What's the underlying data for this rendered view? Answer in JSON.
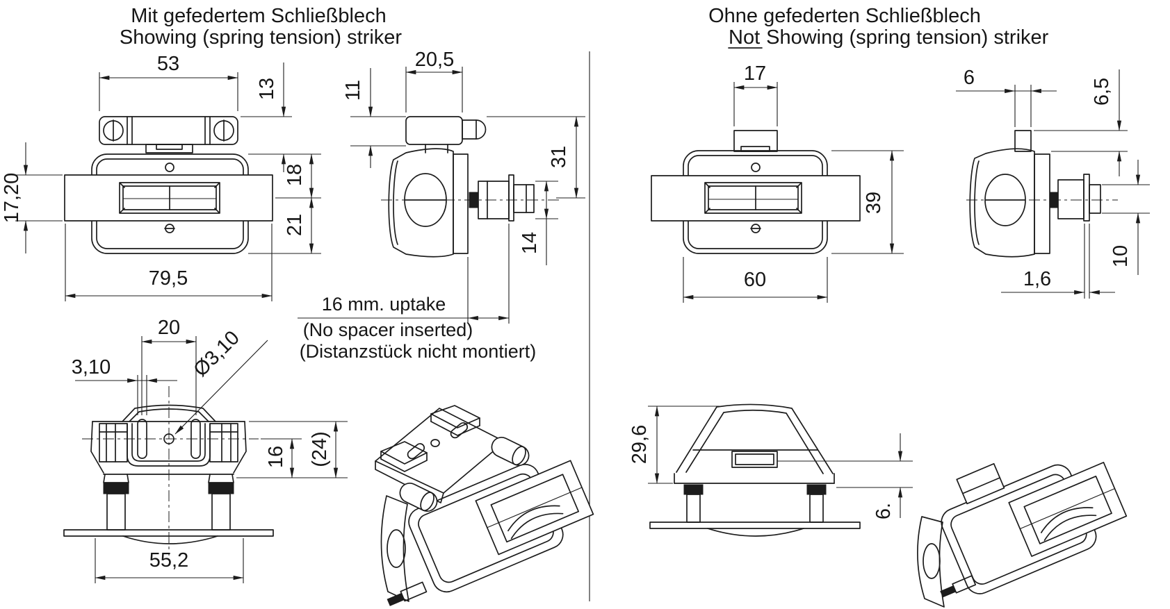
{
  "left": {
    "title_de": "Mit gefedertem Schließblech",
    "title_en": "Showing (spring tension) striker",
    "front": {
      "striker_width": "53",
      "striker_offset": "13",
      "bar_height": "17,20",
      "upper_half": "18",
      "lower_half": "21",
      "total_width": "79,5"
    },
    "side": {
      "striker_height": "11",
      "striker_depth": "20,5",
      "overall_height": "31",
      "shaft_dia": "14"
    },
    "note": {
      "line1": "16 mm. uptake",
      "line2": "(No spacer inserted)",
      "line3": "(Distanzstück nicht montiert)"
    },
    "top": {
      "slot_spacing": "20",
      "slot_width": "3,10",
      "hole_dia": "Ø3,10",
      "height": "16",
      "ref_height": "(24)",
      "width": "55,2"
    }
  },
  "right": {
    "title_de": "Ohne gefederten Schließblech",
    "title_en_underlined": "Not",
    "title_en_rest": "Showing (spring tension) striker",
    "front": {
      "tab_width": "17",
      "body_height": "39",
      "body_width": "60"
    },
    "side": {
      "tab_depth": "6",
      "tab_offset": "6,5",
      "shaft_dia": "10",
      "flange": "1,6"
    },
    "bottom": {
      "height": "29,6",
      "inset": "6."
    }
  }
}
